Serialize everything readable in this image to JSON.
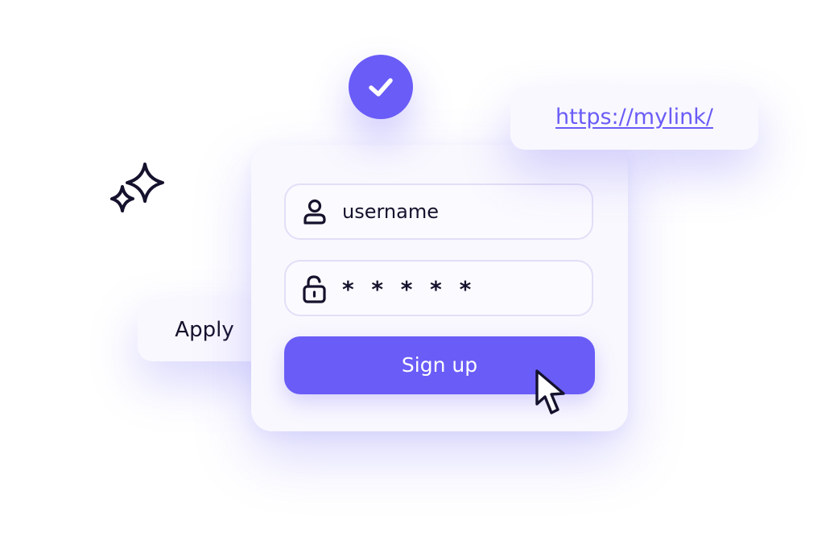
{
  "form": {
    "username_value": "username",
    "password_value": "* * * * *",
    "submit_label": "Sign up"
  },
  "link_chip": {
    "url_text": "https://mylink/"
  },
  "apply_chip": {
    "label": "Apply"
  },
  "icons": {
    "check_badge": "check-icon",
    "username": "user-icon",
    "password": "unlock-icon",
    "cursor": "arrow-cursor-icon",
    "decoration": "sparkle-icon"
  },
  "colors": {
    "accent": "#6a5cf7",
    "text": "#15122d",
    "card_background": "#f9f8fe",
    "field_border": "#e2dff8"
  }
}
